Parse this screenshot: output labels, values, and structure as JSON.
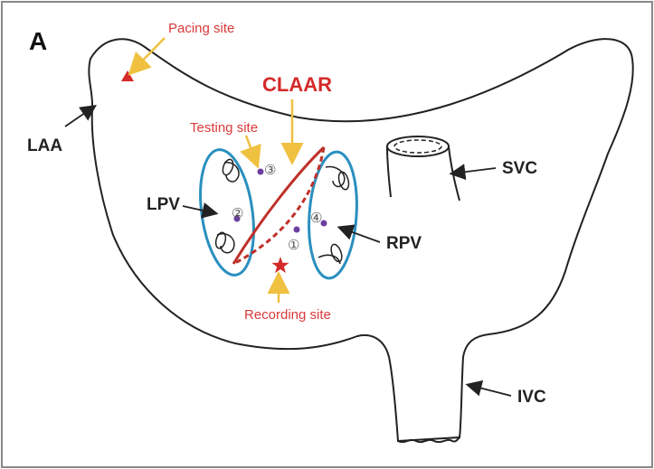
{
  "panel_letter": "A",
  "title": "CLAAR",
  "labels": {
    "pacing_site": "Pacing site",
    "testing_site": "Testing site",
    "recording_site": "Recording site",
    "laa": "LAA",
    "lpv": "LPV",
    "rpv": "RPV",
    "svc": "SVC",
    "ivc": "IVC"
  },
  "site_numbers": [
    "①",
    "②",
    "③",
    "④"
  ],
  "colors": {
    "outline": "#222222",
    "red": "#d42a2a",
    "gold": "#f0c040",
    "blue": "#2a8fbf",
    "purple": "#6b3fa0"
  }
}
